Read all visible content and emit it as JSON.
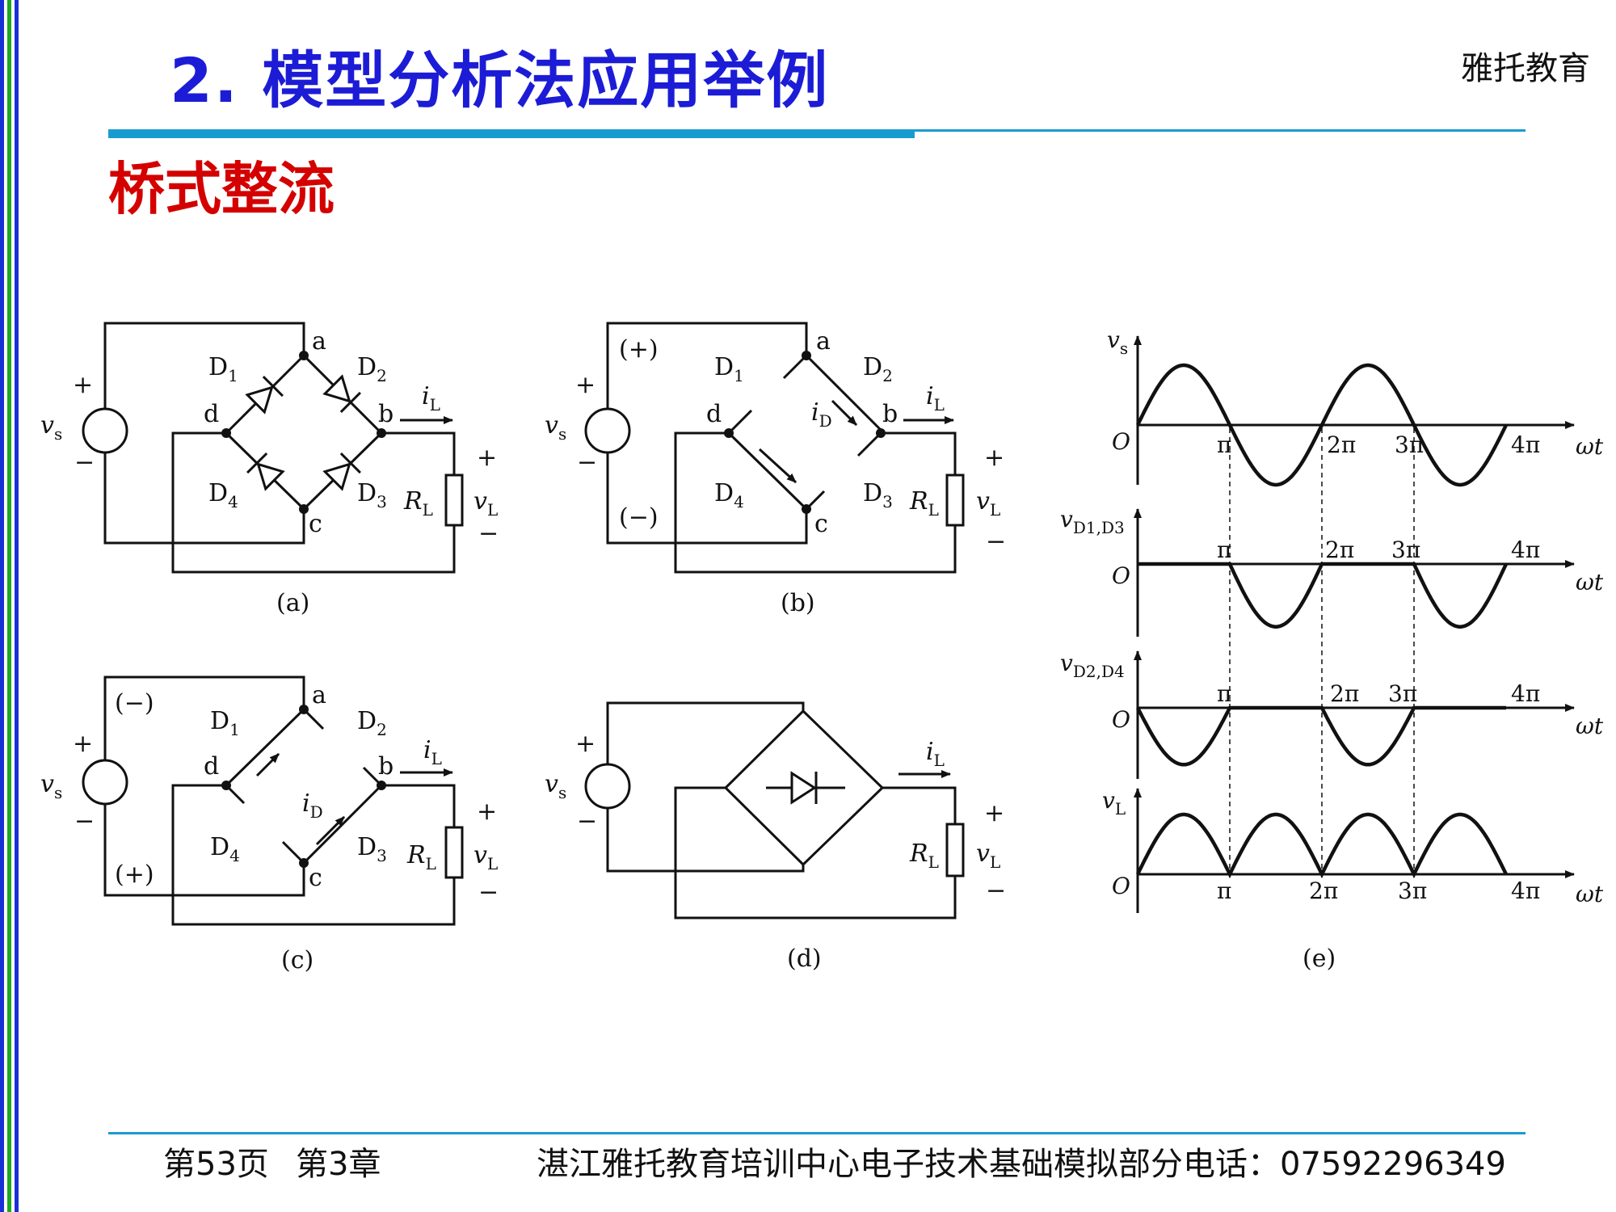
{
  "header": {
    "title": "2. 模型分析法应用举例",
    "brand": "雅托教育",
    "subtitle": "桥式整流"
  },
  "figure": {
    "captions": [
      "(a)",
      "(b)",
      "(c)",
      "(d)",
      "(e)"
    ],
    "labels": {
      "vs": "v",
      "vs_sub": "s",
      "plus": "+",
      "minus": "−",
      "node_a": "a",
      "node_b": "b",
      "node_c": "c",
      "node_d": "d",
      "D": "D",
      "d1": "1",
      "d2": "2",
      "d3": "3",
      "d4": "4",
      "iL": "i",
      "L_sub": "L",
      "iD": "i",
      "D_sub": "D",
      "RL": "R",
      "vL": "v",
      "pos_paren": "(+)",
      "neg_paren": "(−)"
    },
    "waveforms": {
      "vs_label": "v",
      "vs_sub": "s",
      "vd13_label": "v",
      "vd13_sub": "D1,D3",
      "vd24_label": "v",
      "vd24_sub": "D2,D4",
      "vL_label": "v",
      "vL_sub": "L",
      "origin": "O",
      "axis": "ωt",
      "ticks": [
        "π",
        "2π",
        "3π",
        "4π"
      ]
    }
  },
  "footer": {
    "page": "第53页",
    "chapter": "第3章",
    "contact": "湛江雅托教育培训中心电子技术基础模拟部分电话：07592296349"
  }
}
